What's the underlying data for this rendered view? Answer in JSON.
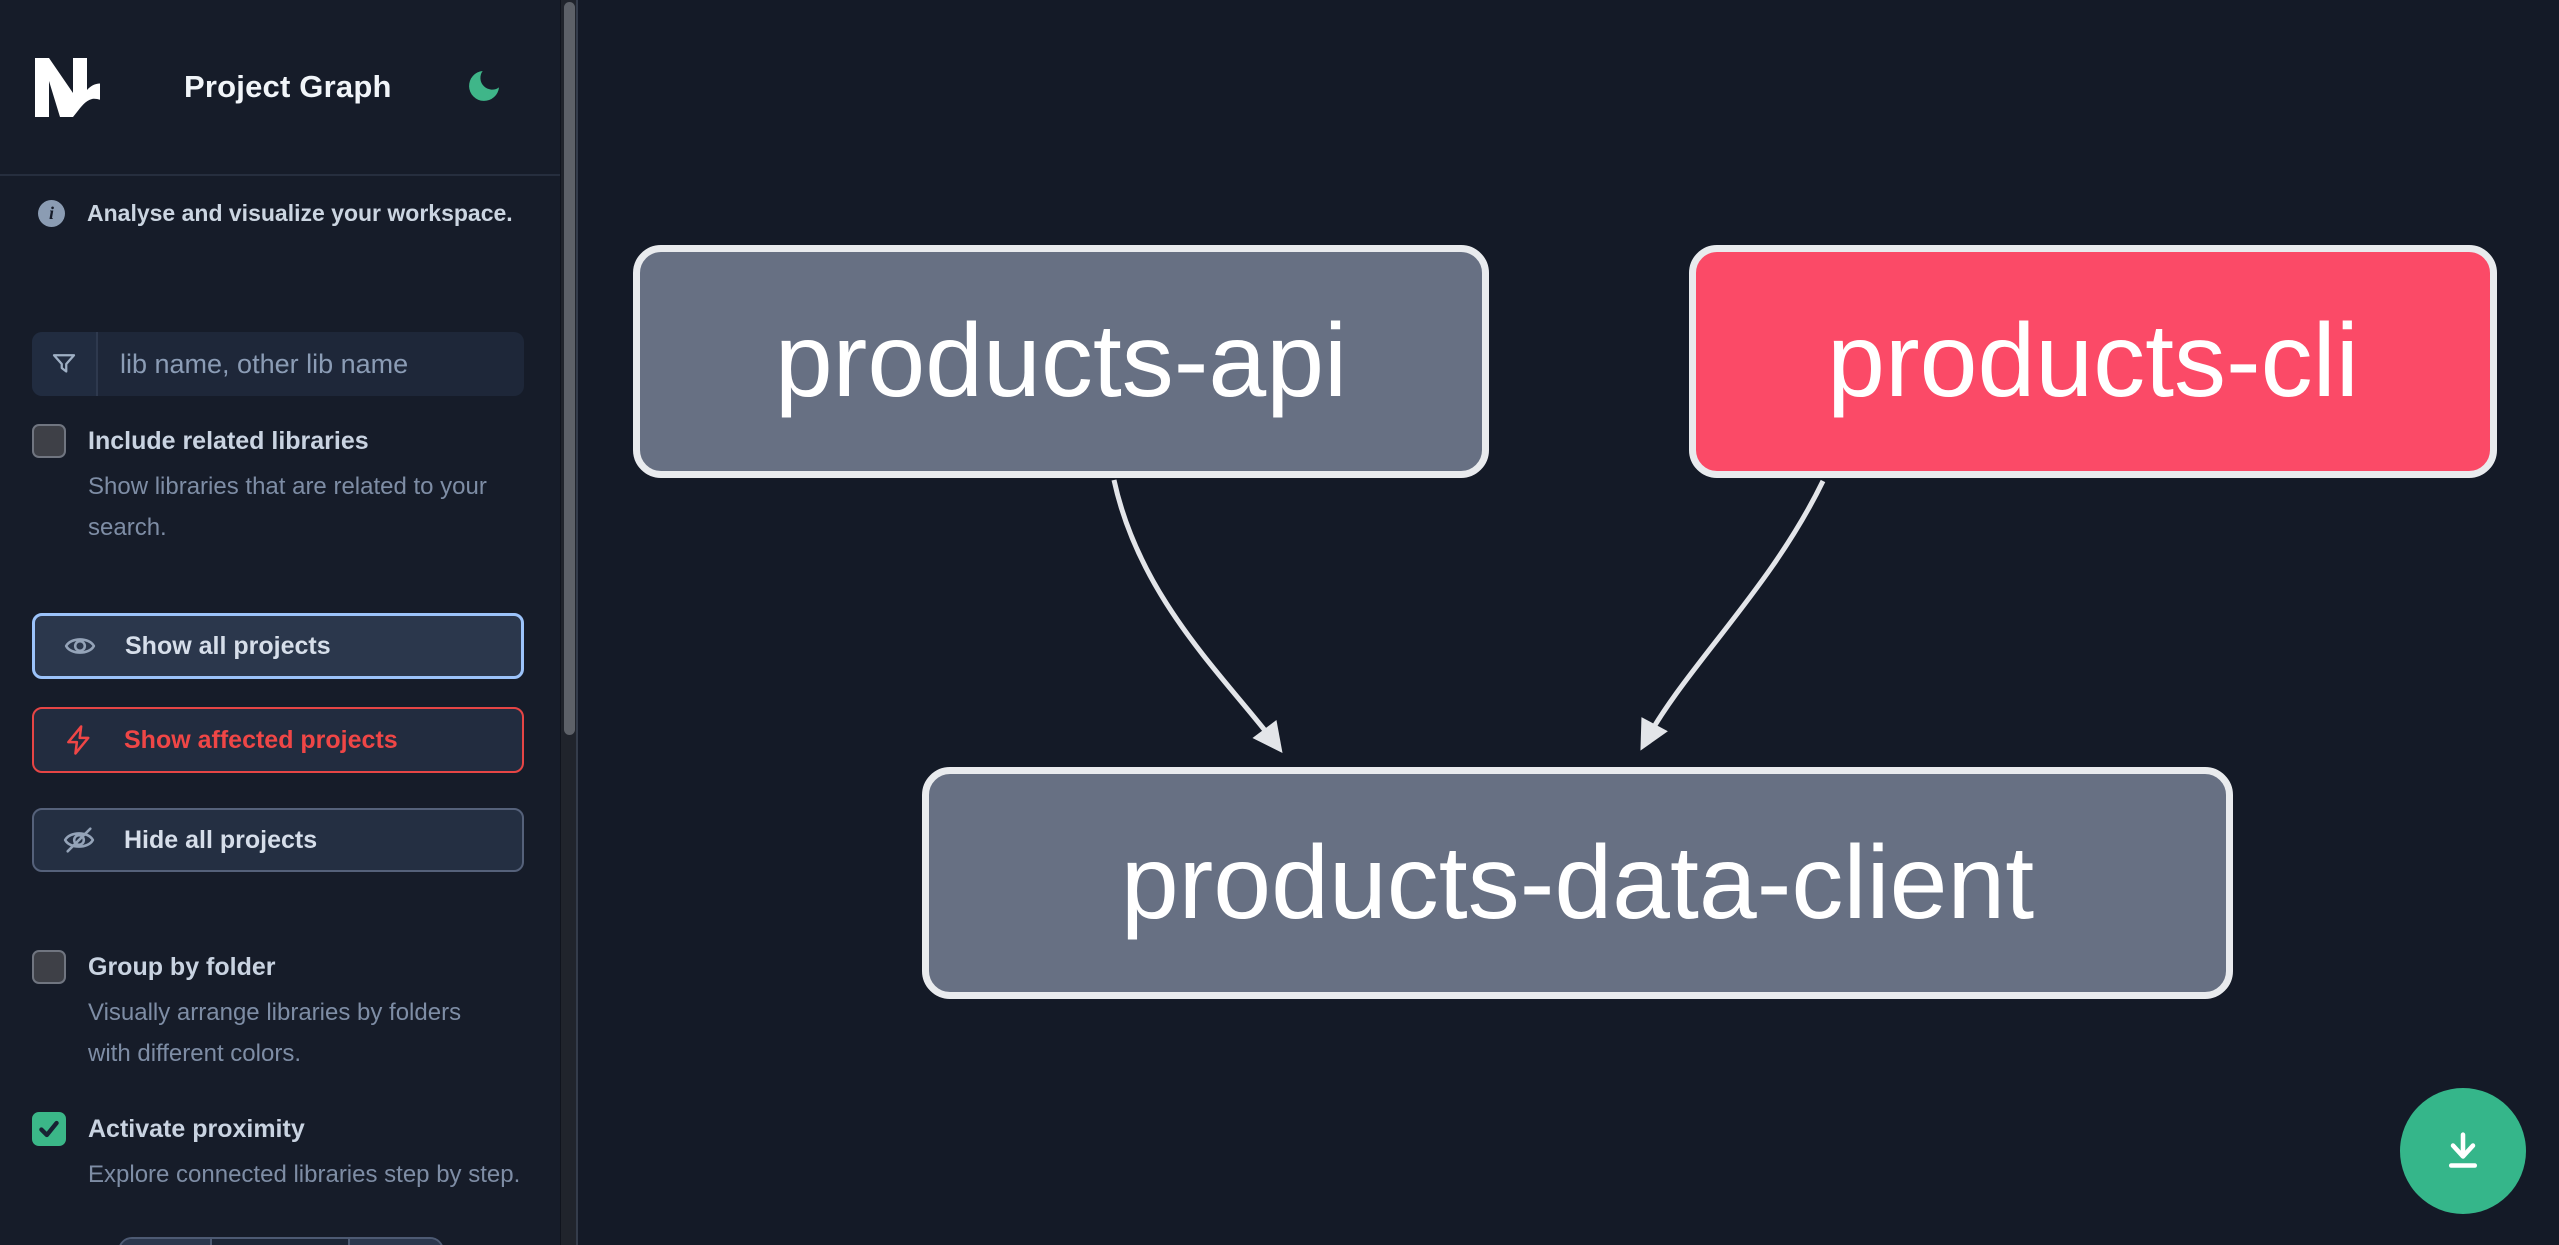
{
  "header": {
    "title": "Project Graph",
    "logo": "nx-logo",
    "theme_icon": "moon-icon"
  },
  "sidebar": {
    "tagline": "Analyse and visualize your workspace.",
    "search": {
      "placeholder": "lib name, other lib name",
      "value": "",
      "icon": "funnel-icon"
    },
    "toggles": [
      {
        "id": "include-related",
        "label": "Include related libraries",
        "description": "Show libraries that are related to your search.",
        "checked": false
      },
      {
        "id": "group-by-folder",
        "label": "Group by folder",
        "description": "Visually arrange libraries by folders with different colors.",
        "checked": false
      },
      {
        "id": "activate-proximity",
        "label": "Activate proximity",
        "description": "Explore connected libraries step by step.",
        "checked": true
      }
    ],
    "actions": [
      {
        "id": "show-all",
        "label": "Show all projects",
        "icon": "eye-icon",
        "state": "focused"
      },
      {
        "id": "show-affected",
        "label": "Show affected projects",
        "icon": "bolt-icon",
        "state": "affected"
      },
      {
        "id": "hide-all",
        "label": "Hide all projects",
        "icon": "eye-slash-icon",
        "state": "default"
      }
    ]
  },
  "graph": {
    "nodes": [
      {
        "id": "products-api",
        "label": "products-api",
        "state": "normal"
      },
      {
        "id": "products-cli",
        "label": "products-cli",
        "state": "affected"
      },
      {
        "id": "products-data-client",
        "label": "products-data-client",
        "state": "normal"
      }
    ],
    "edges": [
      {
        "from": "products-api",
        "to": "products-data-client"
      },
      {
        "from": "products-cli",
        "to": "products-data-client"
      }
    ],
    "fab_icon": "download-icon"
  },
  "icons": {
    "info_glyph": "i"
  },
  "colors": {
    "sidebar_bg": "#161c29",
    "canvas_bg": "#141a27",
    "accent_green": "#35b68a",
    "node_gray": "#677083",
    "node_affected_pink": "#fb4a67",
    "edge_gray": "#e3e5e9",
    "focus_blue": "#9cc3fa",
    "danger_red": "#ef4646"
  }
}
